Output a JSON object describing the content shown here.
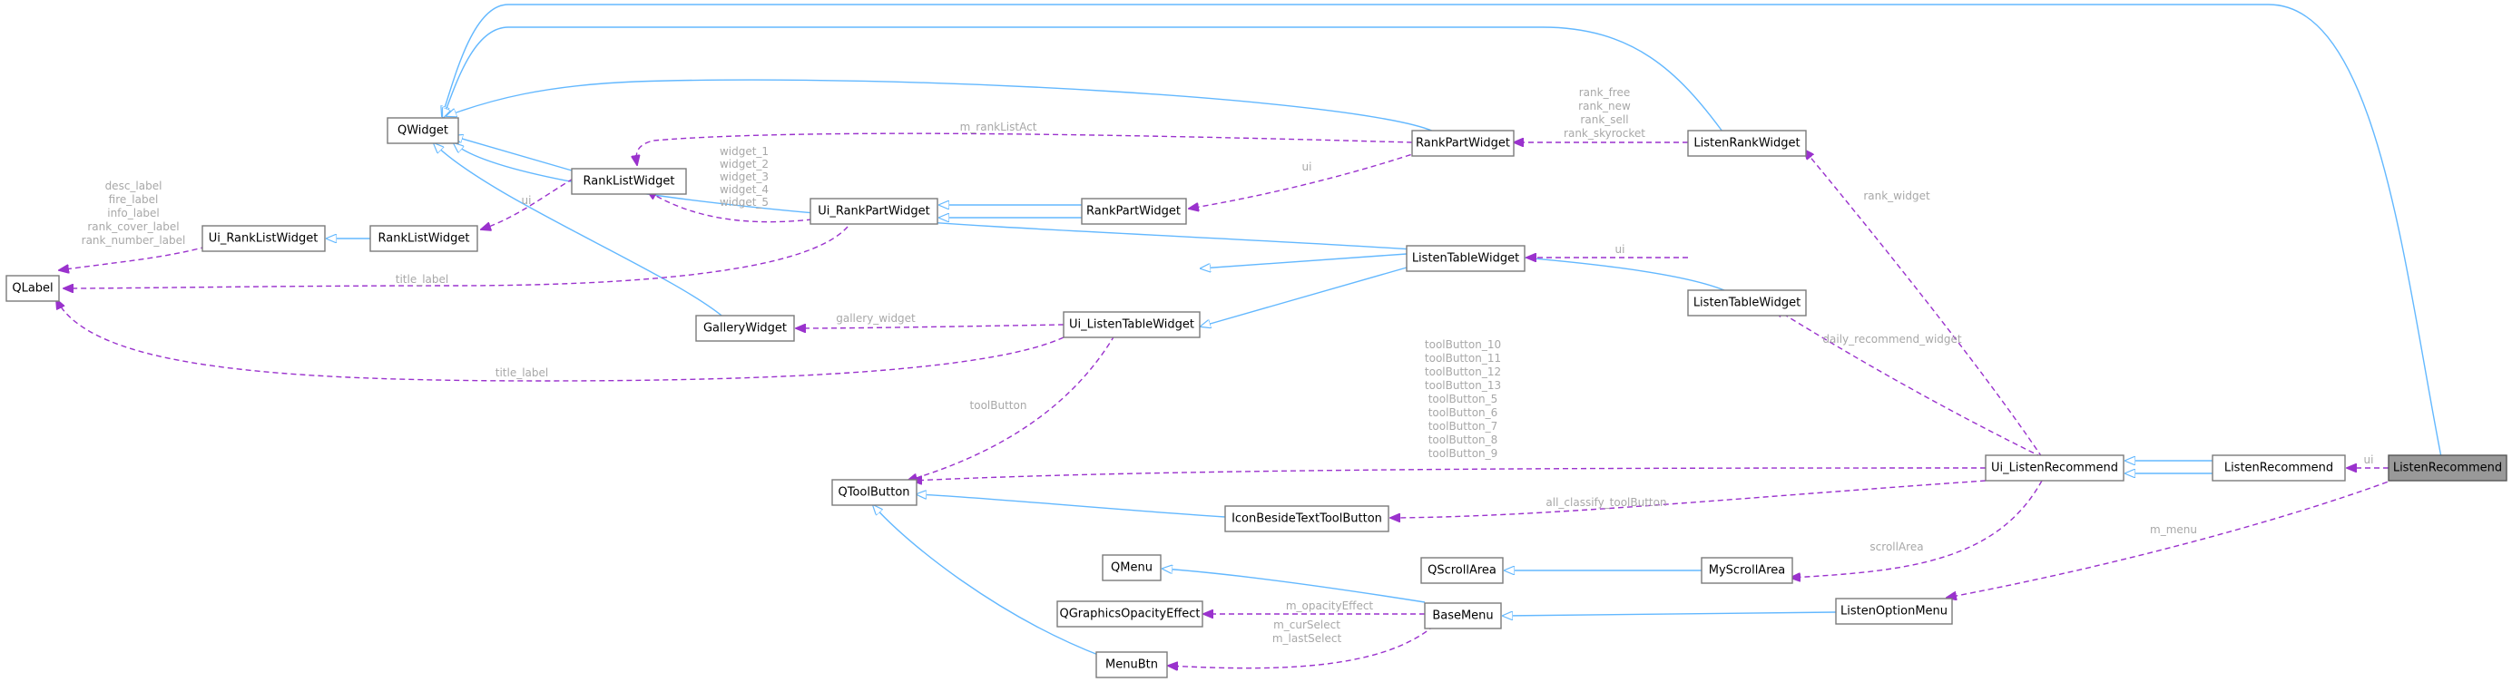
{
  "nodes": {
    "qwidget": "QWidget",
    "rank_list_widget": "RankListWidget",
    "ui_rank_list_widget": "Ui_RankListWidget",
    "rank_list_widget_2": "RankListWidget",
    "qlabel": "QLabel",
    "ui_rank_part_widget": "Ui_RankPartWidget",
    "rank_part_widget_small": "RankPartWidget",
    "rank_part_widget": "RankPartWidget",
    "listen_rank_widget": "ListenRankWidget",
    "gallery_widget": "GalleryWidget",
    "ui_listen_table_widget": "Ui_ListenTableWidget",
    "listen_table_widget_inner": "ListenTableWidget",
    "listen_table_widget": "ListenTableWidget",
    "qtoolbutton": "QToolButton",
    "icon_beside_text_toolbutton": "IconBesideTextToolButton",
    "ui_listen_recommend": "Ui_ListenRecommend",
    "listen_recommend_inner": "ListenRecommend",
    "listen_recommend": "ListenRecommend",
    "qmenu": "QMenu",
    "qscrollarea": "QScrollArea",
    "my_scroll_area": "MyScrollArea",
    "qgraphics_opacity_effect": "QGraphicsOpacityEffect",
    "base_menu": "BaseMenu",
    "listen_option_menu": "ListenOptionMenu",
    "menu_btn": "MenuBtn"
  },
  "edge_labels": {
    "m_ranklistact": "m_rankListAct",
    "ui_rankpart": "ui",
    "rank_fields": [
      "rank_free",
      "rank_new",
      "rank_sell",
      "rank_skyrocket"
    ],
    "label_fields": [
      "desc_label",
      "fire_label",
      "info_label",
      "rank_cover_label",
      "rank_number_label"
    ],
    "ui_ranklist": "ui",
    "widget_fields": [
      "widget_1",
      "widget_2",
      "widget_3",
      "widget_4",
      "widget_5"
    ],
    "title_label_1": "title_label",
    "title_label_2": "title_label",
    "gallery_widget": "gallery_widget",
    "ui_listentable": "ui",
    "rank_widget": "rank_widget",
    "daily_recommend_widget": "daily_recommend_widget",
    "toolbutton": "toolButton",
    "toolbutton_fields": [
      "toolButton_10",
      "toolButton_11",
      "toolButton_12",
      "toolButton_13",
      "toolButton_5",
      "toolButton_6",
      "toolButton_7",
      "toolButton_8",
      "toolButton_9"
    ],
    "all_classify": "all_classify_toolButton",
    "ui_recommend": "ui",
    "m_menu": "m_menu",
    "scroll_area": "scrollArea",
    "m_opacity": "m_opacityEffect",
    "cur_last_select": [
      "m_curSelect",
      "m_lastSelect"
    ]
  }
}
